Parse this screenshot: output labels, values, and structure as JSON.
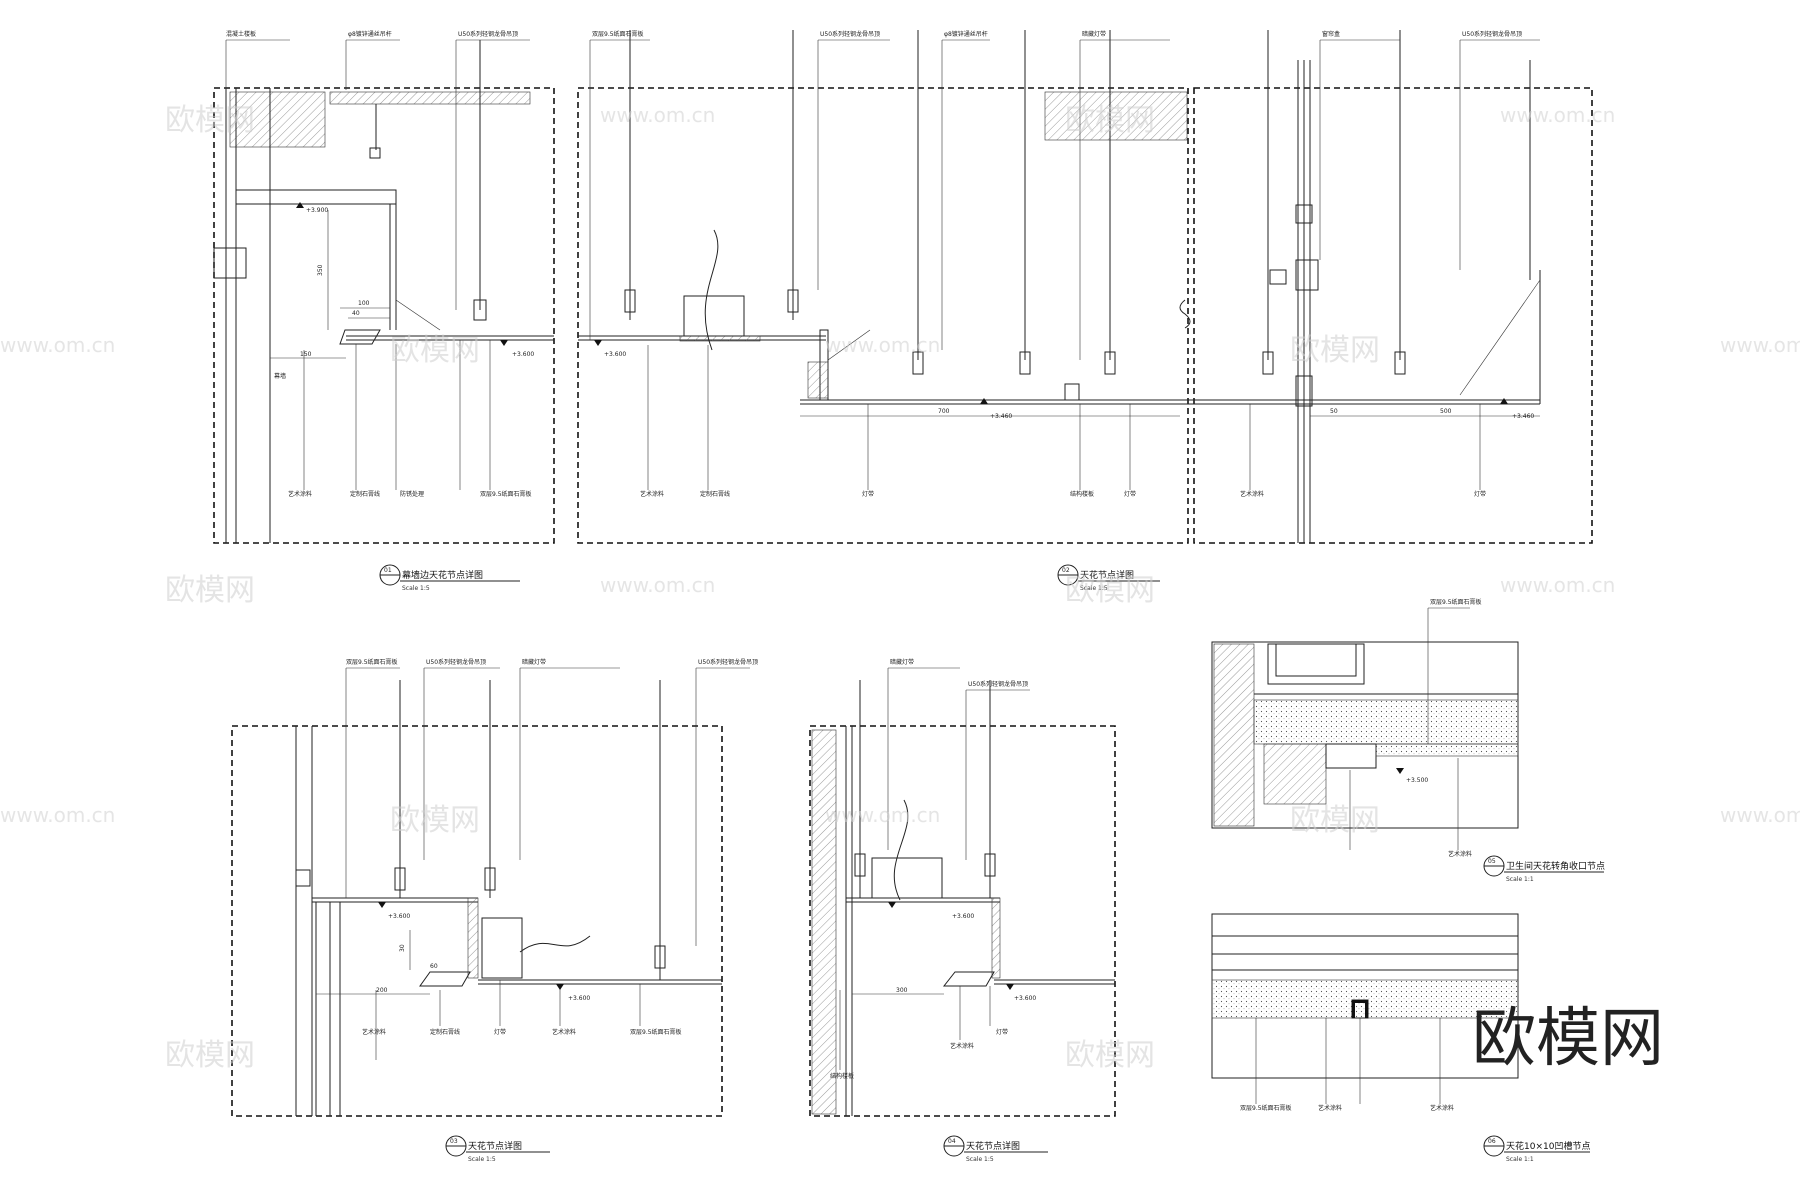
{
  "details": [
    {
      "num": "01",
      "title": "幕墙边天花节点详图",
      "scale": "Scale 1:5"
    },
    {
      "num": "02",
      "title": "天花节点详图",
      "scale": "Scale 1:5"
    },
    {
      "num": "03",
      "title": "天花节点详图",
      "scale": "Scale 1:5"
    },
    {
      "num": "04",
      "title": "天花节点详图",
      "scale": "Scale 1:5"
    },
    {
      "num": "05",
      "title": "卫生间天花转角收口节点",
      "scale": "Scale 1:1"
    },
    {
      "num": "06",
      "title": "天花10×10凹槽节点",
      "scale": "Scale 1:1"
    }
  ],
  "levels": {
    "l1": "+3.900",
    "l2": "+3.600",
    "l3": "+3.460",
    "l4": "+3.460",
    "l5": "+3.600",
    "l6": "+3.600",
    "l7": "+3.600",
    "l8": "+3.600",
    "l9": "+3.500"
  },
  "dims": {
    "d350": "350",
    "d100": "100",
    "d40": "40",
    "d60": "60",
    "d150": "150",
    "d700": "700",
    "d50": "50",
    "d500": "500",
    "d200": "200",
    "d30": "30",
    "d300": "300"
  },
  "labels": {
    "a1": "混凝土楼板",
    "a2": "φ8镀锌通丝吊杆",
    "a3": "U50系列轻钢龙骨吊顶",
    "a4": "双层9.5纸面石膏板",
    "a5": "艺术涂料",
    "a6": "定制石膏线",
    "a7": "防锈处理",
    "a8": "暗藏灯带",
    "a9": "灯带",
    "a10": "结构楼板",
    "a11": "幕墙",
    "a12": "窗帘盒"
  },
  "watermark": {
    "brand": "欧模网",
    "url": "www.om.cn"
  }
}
